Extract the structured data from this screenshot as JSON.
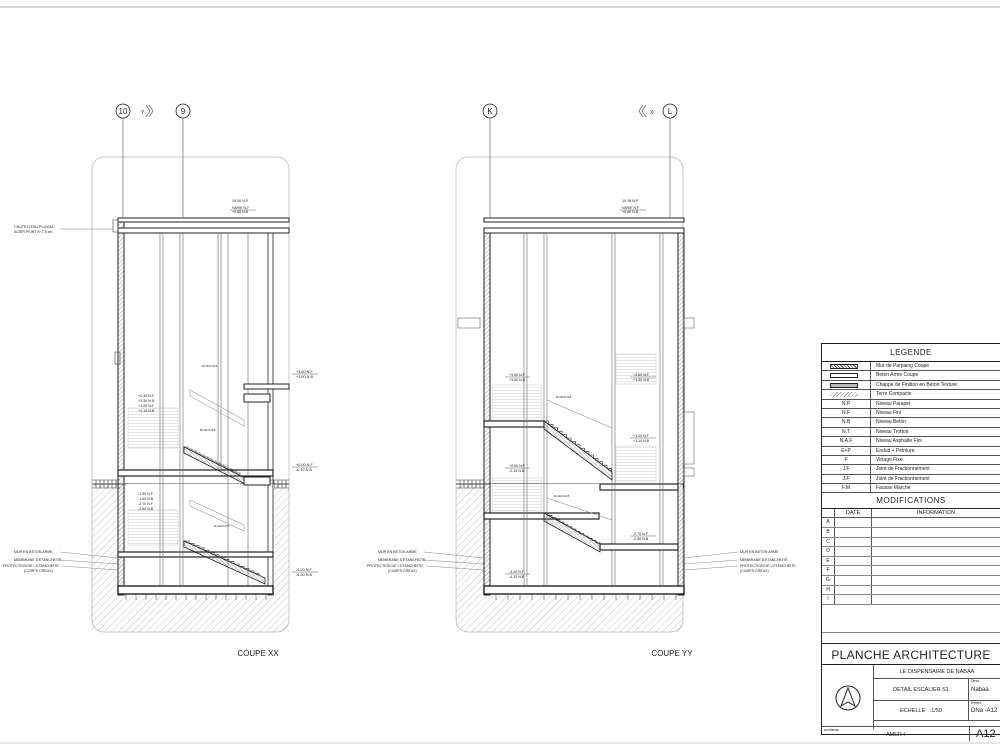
{
  "sections": {
    "left": {
      "title": "COUPE XX",
      "grid_axes": [
        "10",
        "9"
      ],
      "axis_tag": "Y",
      "top_level": "10.28 N.P",
      "top_level2": "VARIE N.F",
      "top_level3": "+9.80 N.B",
      "annotations_left": [
        "CHUTE D'EAU PLUVIAL",
        "ACIER PEINT 8~7.5 cm"
      ],
      "bottom_notes": [
        "MUR EN BETON ARME",
        "MEMBRANE D'ETANCHEITE",
        "PROTECTION DE L'ETANCHEITE",
        "(CORPS CREUX)"
      ],
      "levels_right": [
        "+3.60 N.F",
        "+3.50 N.B",
        "+0.00 N.F",
        "-0.10 N.B",
        "-4.20 N.F",
        "-4.30 N.B"
      ],
      "levels_left": [
        "+2.40 N.F",
        "+2.30 N.B",
        "+1.20 N.F",
        "+1.10 N.B",
        "-1.50 N.F",
        "-1.60 N.B",
        "-2.70 N.F",
        "-2.80 N.B"
      ],
      "stair_labels": [
        "Rm3N=218",
        "Rm3N=218",
        "Rm3N=275"
      ]
    },
    "right": {
      "title": "COUPE YY",
      "grid_axes": [
        "K",
        "L"
      ],
      "axis_tag": "X",
      "top_level": "10.28 N.P",
      "top_level2": "VARIE N.F",
      "top_level3": "+9.80 N.B",
      "bottom_notes": [
        "MUR EN BETON ARME",
        "MEMBRANE D'ETANCHEITE",
        "PROTECTION DE L'ETANCHEITE",
        "(CORPS CREUX)"
      ],
      "levels": [
        "+3.60 N.F",
        "+3.50 N.B",
        "+3.60 N.F",
        "+3.50 N.B",
        "+0.00 N.F",
        "-0.10 N.B",
        "+1.20 N.F",
        "+1.10 N.B",
        "-2.70 N.F",
        "-2.80 N.B",
        "-4.20 N.F",
        "-4.30 N.B"
      ],
      "stair_labels": [
        "Rm3N=218",
        "Rm3N=218"
      ]
    }
  },
  "legend": {
    "title": "LEGENDE",
    "items": [
      {
        "symbol": "",
        "label": "Mur de Parpaing Coupe",
        "swatch": "hatch"
      },
      {
        "symbol": "",
        "label": "Beton Arme Coupe",
        "swatch": "dark"
      },
      {
        "symbol": "",
        "label": "Chappe de Finition en Beton Texture",
        "swatch": "grey"
      },
      {
        "symbol": "",
        "label": "Terre Compacte",
        "swatch": "earth"
      },
      {
        "symbol": "N.P",
        "label": "Niveau Parapet"
      },
      {
        "symbol": "N.F",
        "label": "Niveau Fini"
      },
      {
        "symbol": "N.B",
        "label": "Niveau Beton"
      },
      {
        "symbol": "N.T",
        "label": "Niveau Trottoir"
      },
      {
        "symbol": "N.A.F",
        "label": "Niveau Asphalte Fini"
      },
      {
        "symbol": "E+P",
        "label": "Enduit + Peinture"
      },
      {
        "symbol": "F",
        "label": "Vitrage Fixe"
      },
      {
        "symbol": "J.F",
        "label": "Joint de Fractionnement"
      },
      {
        "symbol": "J.F",
        "label": "Joint de Fractionnement"
      },
      {
        "symbol": "F.M",
        "label": "Fausse Marche"
      }
    ]
  },
  "modifications": {
    "title": "MODIFICATIONS",
    "col_date": "DATE",
    "col_info": "INFORMATION",
    "rows": [
      "A",
      "B",
      "C",
      "D",
      "E",
      "F",
      "G",
      "H",
      "I"
    ]
  },
  "title_block": {
    "planche": "PLANCHE ARCHITECTURE",
    "project": "LE DISPENSAIRE DE NABAA",
    "detail": "DETAIL ESCALIER S1",
    "echelle_label": "ECHELLE",
    "echelle_value": ":1/50",
    "client_label": "Dess",
    "client": "Nabaa",
    "ref_label": "Refere",
    "ref": "DNa -A12",
    "architect_label": "architecte",
    "architect": "AMER I",
    "sheet": "A12"
  }
}
